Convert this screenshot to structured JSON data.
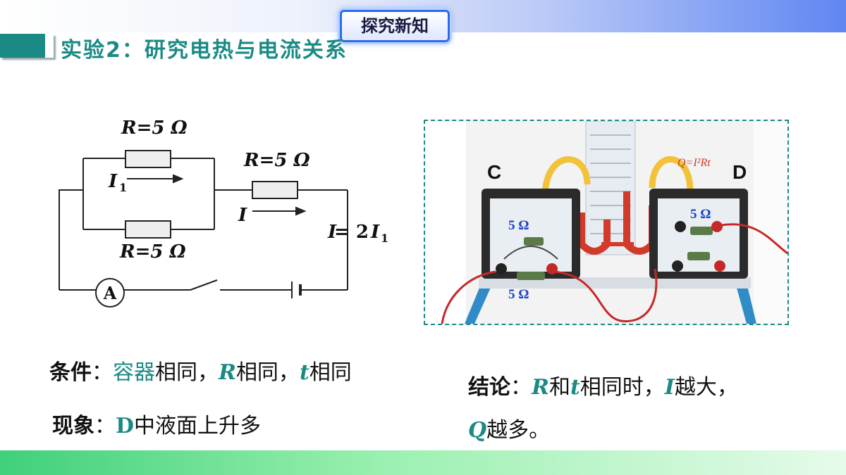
{
  "badge": {
    "label": "探究新知"
  },
  "title": "实验2：研究电热与电流关系",
  "circuit": {
    "r_top": "R=5 Ω",
    "r_bottom": "R=5 Ω",
    "r_series": "R=5 Ω",
    "i1": "I",
    "i1_sub": "1",
    "i": "I",
    "relation_i": "I",
    "relation_eq": " = 2",
    "relation_i1": "I",
    "relation_sub": "1",
    "ammeter": "A"
  },
  "photo": {
    "label_c": "C",
    "label_d": "D",
    "formula": "Q=I²Rt",
    "r_c_top": "5 Ω",
    "r_c_bottom": "5 Ω",
    "r_d": "5 Ω"
  },
  "condition": {
    "label": "条件",
    "colon": "：",
    "part1": "容器",
    "part2": "相同，",
    "part3": "R",
    "part4": "相同，",
    "part5": "t",
    "part6": "相同"
  },
  "phenomenon": {
    "label": "现象",
    "colon": "：",
    "part1": "D",
    "part2": "中液面上升多"
  },
  "conclusion": {
    "label": "结论",
    "colon": "：",
    "part1": "R",
    "part2": "和",
    "part3": "t",
    "part4": "相同时，",
    "part5": "I",
    "part6": "越大，",
    "part7": "Q",
    "part8": "越多。"
  }
}
